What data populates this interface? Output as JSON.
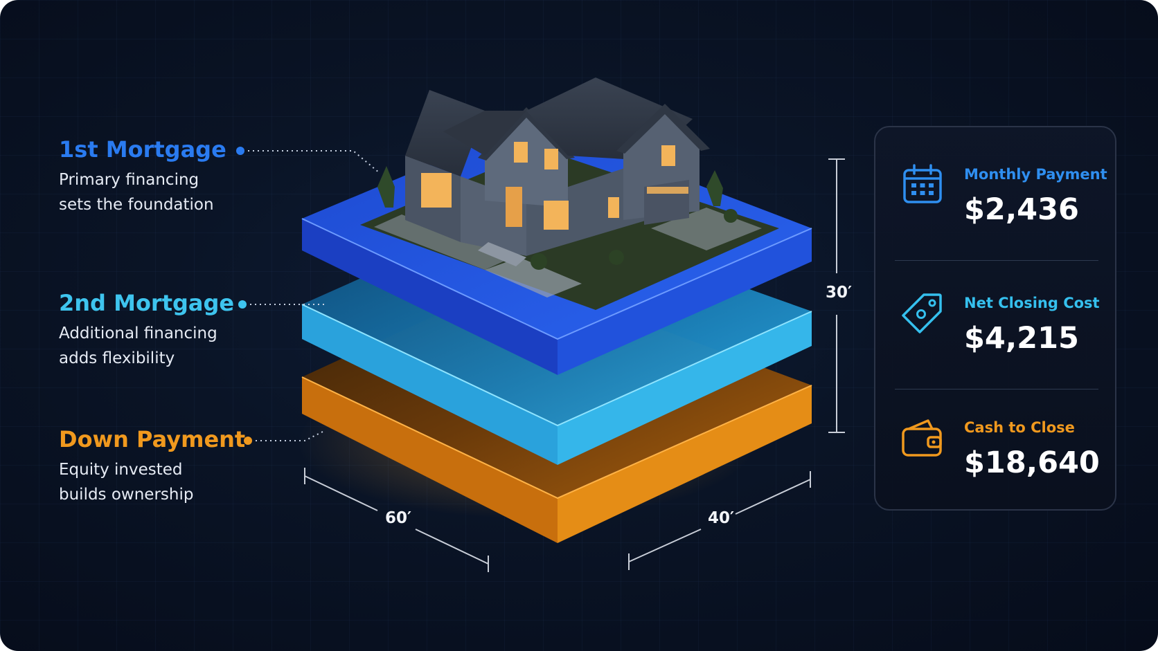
{
  "layers": [
    {
      "title": "1st Mortgage",
      "desc_line1": "Primary financing",
      "desc_line2": "sets the foundation",
      "color": "#2a7bf0"
    },
    {
      "title": "2nd Mortgage",
      "desc_line1": "Additional financing",
      "desc_line2": "adds flexibility",
      "color": "#3ec4ee"
    },
    {
      "title": "Down Payment",
      "desc_line1": "Equity invested",
      "desc_line2": "builds ownership",
      "color": "#f0991e"
    }
  ],
  "dimensions": {
    "height": "30′",
    "width": "60′",
    "depth": "40′"
  },
  "stats": [
    {
      "label": "Monthly Payment",
      "value": "$2,436",
      "icon": "calendar-icon"
    },
    {
      "label": "Net Closing Cost",
      "value": "$4,215",
      "icon": "price-tag-icon"
    },
    {
      "label": "Cash to Close",
      "value": "$18,640",
      "icon": "wallet-icon"
    }
  ],
  "colors": {
    "background": "#0a1426",
    "blue_layer": "#1f4fd8",
    "cyan_layer": "#27a9e4",
    "orange_layer": "#e08a12",
    "stat_label": "#2f8ff0",
    "cash_label": "#f0991e"
  }
}
